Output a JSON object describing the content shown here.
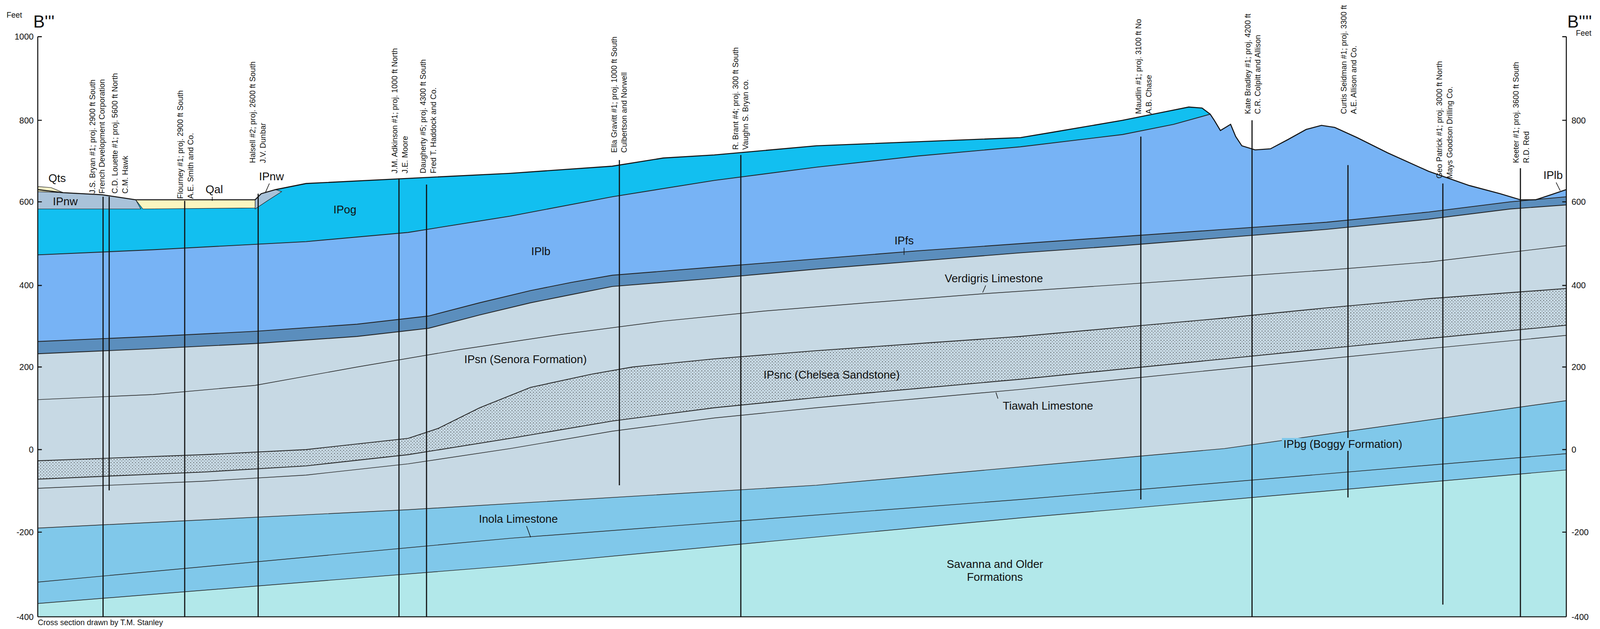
{
  "diagram": {
    "nodes": [
      {
        "text": [
          "Qts"
        ]
      },
      {
        "text": [
          "IPnw"
        ]
      },
      {
        "text": [
          "Qal"
        ]
      },
      {
        "text": [
          "IPog"
        ]
      },
      {
        "text": [
          "IPlb"
        ]
      },
      {
        "text": [
          "IPsn (Senora Formation)"
        ]
      },
      {
        "text": [
          "IPsnc (Chelsea Sandstone)"
        ]
      },
      {
        "text": [
          "IPbg (Boggy Formation)"
        ]
      },
      {
        "text": [
          "Savanna and Older Formations"
        ]
      }
    ],
    "labels": [
      "B'''",
      "Feet",
      "1000",
      "800",
      "600",
      "400",
      "200",
      "0",
      "-200",
      "-400",
      "B''''",
      "Feet",
      "800",
      "600",
      "400",
      "200",
      "0",
      "-200",
      "-400",
      "J.S. Bryan #1; proj. 2900 ft South",
      "French Development Corporation",
      "C.D. Louette #1; proj. 5600 ft North",
      "C.M. Hawk",
      "Flourney #1; proj. 2900 ft South",
      "A.E. Smith and Co.",
      "Halsell #2; proj. 2600 ft South",
      "J.V. Dunbar",
      "J.M. Adkinson #1; proj. 1000 ft North",
      "J.E. Moore",
      "Daugherty #5; proj. 4300 ft South",
      "Fred T. Haddock and Co.",
      "Ella Gravitt #1; proj. 1000 ft South",
      "Culbertson and Norwell",
      "R. Brant #4; proj. 300 ft South",
      "Vaughn S. Bryan co.",
      "Maudlin #1; proj. 3100 ft No",
      "A.B. Chase",
      "Kate Bradley #1; proj. 4200 ft",
      "C.R. Colpitt and Allison",
      "Curtis Seidman #1; proj. 3300 ft",
      "A.E. Allison and Co.",
      "Geo Patrick #1; proj. 3000 ft North",
      "Mays Goodson Drilling Co.",
      "Keeter #1; proj. 3600 ft South",
      "R.D. Red",
      "IPnw",
      "IPfs",
      "Verdigris Limestone",
      "Tiawah Limestone",
      "Inola Limestone",
      "IPlb",
      "Cross section drawn by T.M. Stanley"
    ]
  }
}
